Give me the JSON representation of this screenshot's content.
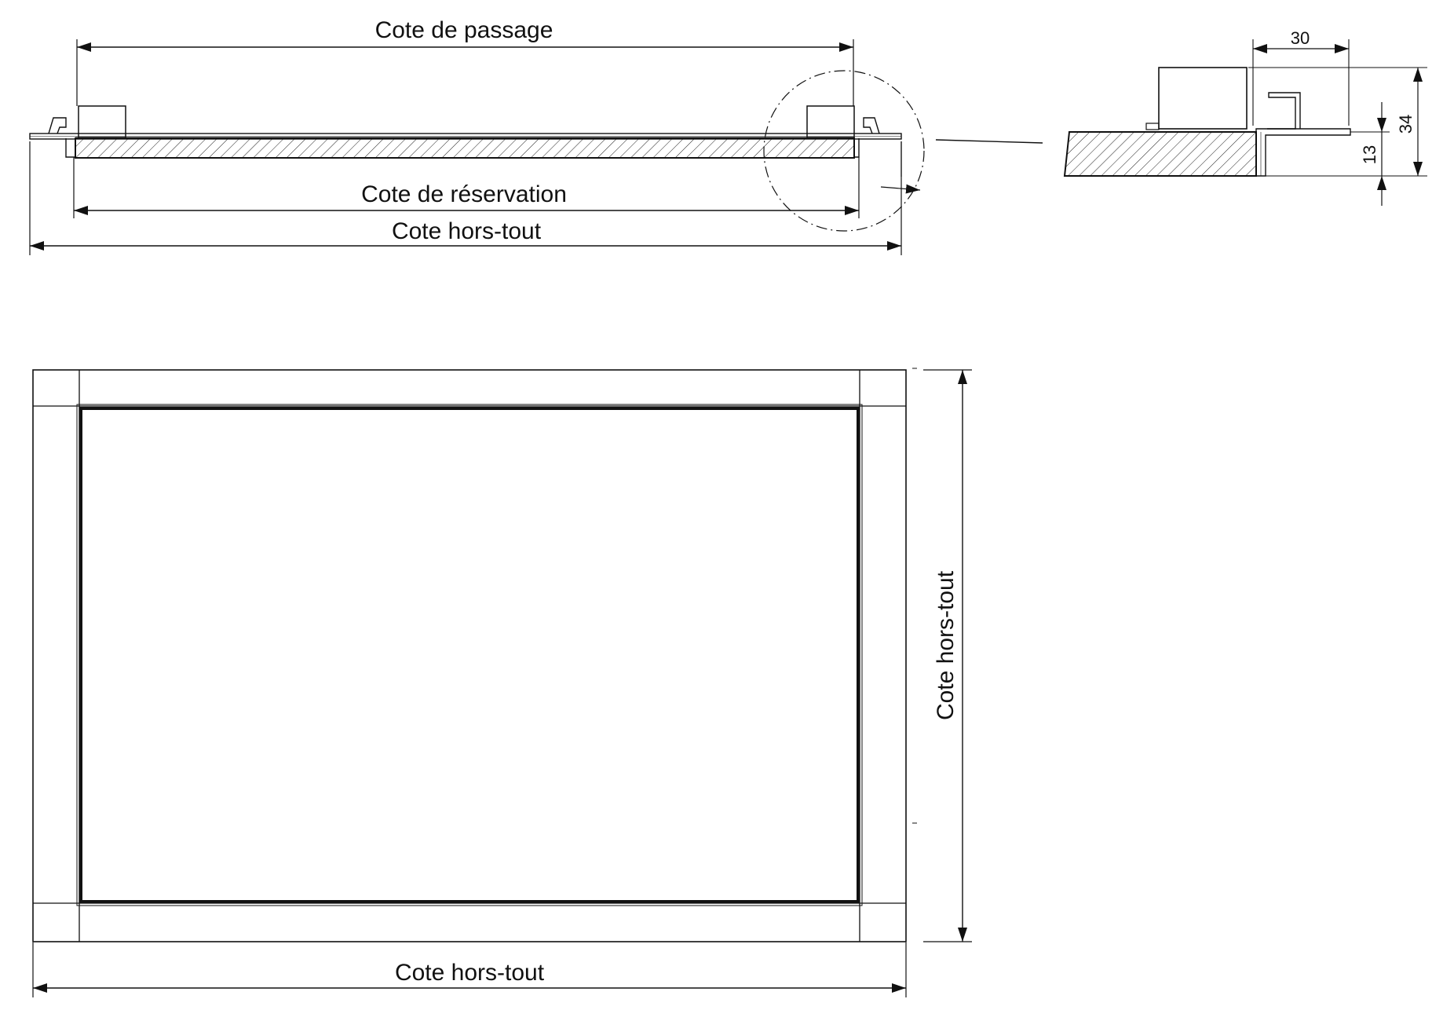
{
  "section_view": {
    "label_passage": "Cote de passage",
    "label_reservation": "Cote de réservation",
    "label_overall": "Cote hors-tout"
  },
  "detail_view": {
    "dim_width": "30",
    "dim_total_height": "34",
    "dim_frame_height": "13"
  },
  "plan_view": {
    "label_overall_width": "Cote hors-tout",
    "label_overall_height": "Cote hors-tout"
  },
  "colors": {
    "line": "#111111",
    "background": "#ffffff"
  }
}
